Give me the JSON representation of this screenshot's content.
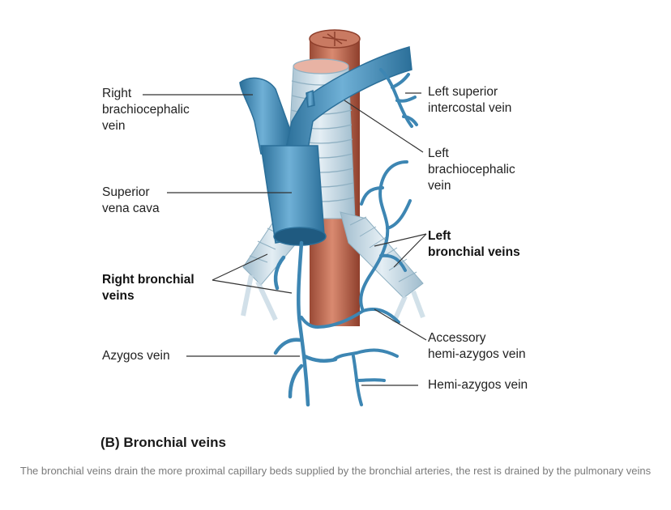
{
  "labels": {
    "right_brachiocephalic": "Right\nbrachiocephalic\nvein",
    "superior_vena_cava": "Superior\nvena cava",
    "right_bronchial": "Right bronchial\nveins",
    "azygos": "Azygos vein",
    "left_superior_intercostal": "Left superior\nintercostal vein",
    "left_brachiocephalic": "Left\nbrachiocephalic\nvein",
    "left_bronchial": "Left\nbronchial veins",
    "accessory_hemi_azygos": "Accessory\nhemi-azygos vein",
    "hemi_azygos": "Hemi-azygos vein"
  },
  "panel_title": "(B) Bronchial veins",
  "caption": "The bronchial veins drain the more proximal capillary beds supplied by the bronchial arteries, the rest is drained by the pulmonary veins",
  "colors": {
    "vein": "#4a90b8",
    "vein_dark": "#2b6f99",
    "trachea": "#c9dbe6",
    "aorta": "#b5614a"
  }
}
